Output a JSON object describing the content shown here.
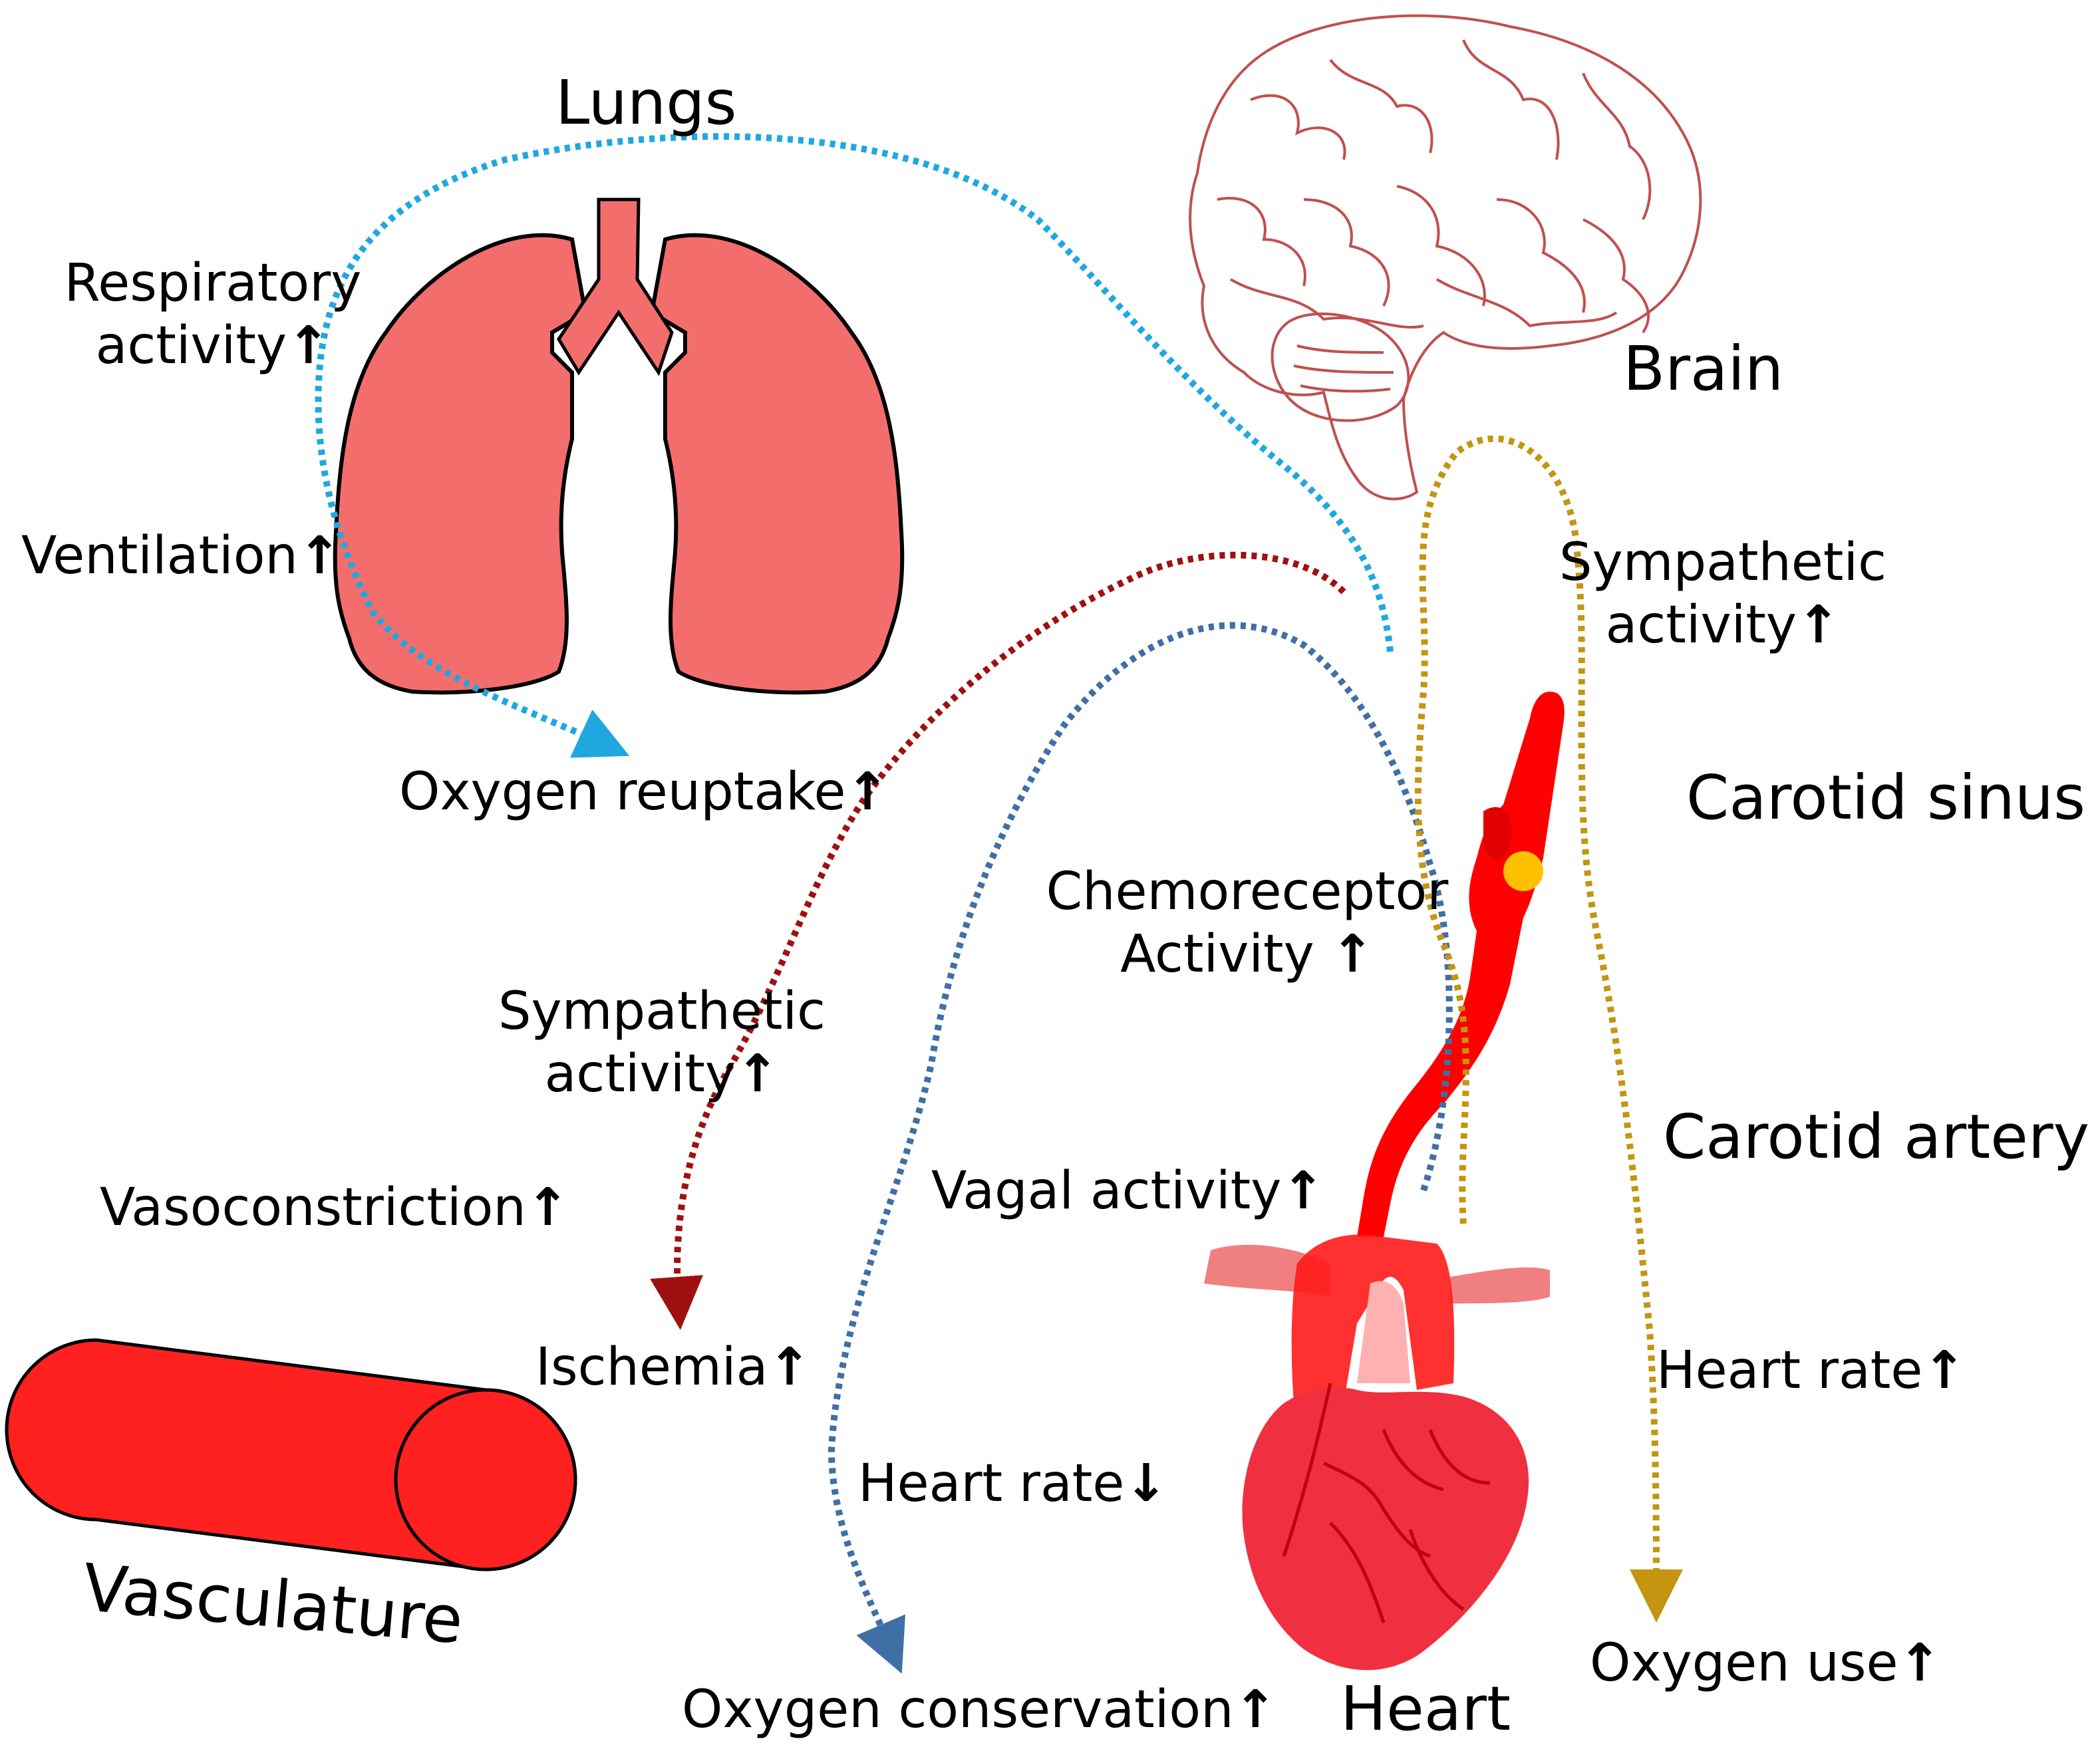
{
  "organs": {
    "lungs": "Lungs",
    "brain": "Brain",
    "carotid_sinus": "Carotid sinus",
    "carotid_artery": "Carotid artery",
    "heart": "Heart",
    "vasculature": "Vasculature"
  },
  "effects": {
    "respiratory_line1": "Respiratory",
    "respiratory_line2": "activity",
    "ventilation": "Ventilation",
    "oxygen_reuptake": "Oxygen reuptake",
    "sympathetic_brain_line1": "Sympathetic",
    "sympathetic_brain_line2": "activity",
    "chemoreceptor_line1": "Chemoreceptor",
    "chemoreceptor_line2": "Activity",
    "sympathetic_vasc_line1": "Sympathetic",
    "sympathetic_vasc_line2": "activity",
    "vasoconstriction": "Vasoconstriction",
    "vagal_activity": "Vagal activity",
    "ischemia": "Ischemia",
    "heart_rate_down": "Heart rate",
    "heart_rate_up": "Heart rate",
    "oxygen_conservation": "Oxygen conservation",
    "oxygen_use": "Oxygen use"
  },
  "arrows": {
    "up": "↑",
    "down": "↓"
  },
  "colors": {
    "lung_fill": "#f46d6d",
    "artery_red": "#ff0000",
    "heart_red": "#f03040",
    "vessel_red": "#ff2020",
    "brain_line": "#c0504d",
    "respiratory_path": "#1fa8e0",
    "vascular_path": "#a01010",
    "vagal_path": "#3f6fa5",
    "sympathetic_path": "#c49510",
    "sinus_dot": "#ffc000"
  }
}
